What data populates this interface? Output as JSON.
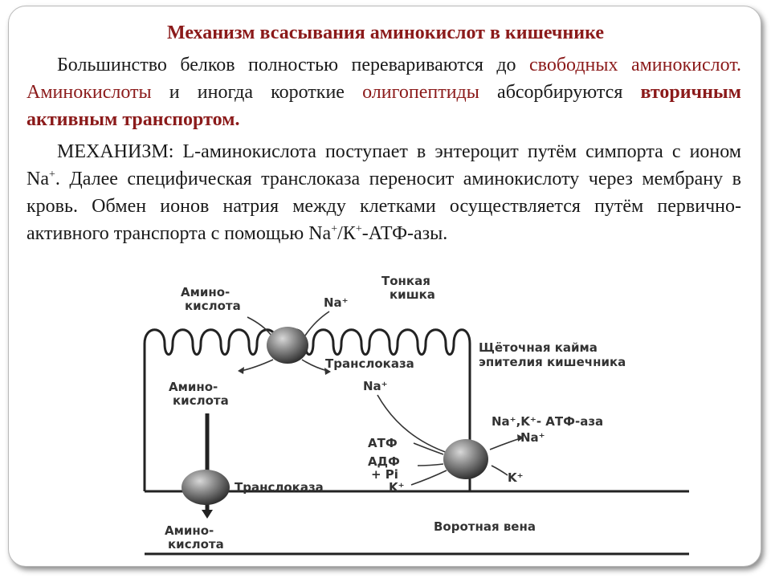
{
  "title": "Механизм всасывания аминокислот в кишечнике",
  "p1": {
    "t1": "Большинство белков полностью перевариваются до ",
    "r1": "свободных аминокислот.",
    "t2": " ",
    "r2": "Аминокислоты",
    "t3": " и иногда короткие ",
    "r3": "олигопептиды",
    "t4": " абсорбируются ",
    "bold": "вторичным активным транспортом."
  },
  "p2": {
    "t1": "МЕХАНИЗМ: L-аминокислота поступает в энтероцит путём симпорта с ионом Na",
    "sup1": "+",
    "t2": ". Далее специфическая транслоказа переносит аминокислоту через мембрану в кровь. Обмен ионов натрия между клетками осуществляется путём первично-активного транспорта с помощью Na",
    "sup2": "+",
    "t3": "/К",
    "sup3": "+",
    "t4": "-АТФ-азы."
  },
  "diagram": {
    "amino_top_1": "Амино-",
    "amino_top_2": "кислота",
    "na_top": "Na⁺",
    "small_int_1": "Тонкая",
    "small_int_2": "кишка",
    "brush_1": "Щёточная кайма",
    "brush_2": "эпителия кишечника",
    "translocase_top": "Транслоказа",
    "amino_mid_1": "Амино-",
    "amino_mid_2": "кислота",
    "na_inner": "Na⁺",
    "atpase": "Na⁺,K⁺- АТФ-аза",
    "na_out": "Na⁺",
    "atf": "АТФ",
    "adf": "АДФ",
    "pi": "+ Pi",
    "k_in": "K⁺",
    "k_out": "K⁺",
    "translocase_bottom": "Транслоказа",
    "amino_bot_1": "Амино-",
    "amino_bot_2": "кислота",
    "portal_vein": "Воротная вена"
  }
}
